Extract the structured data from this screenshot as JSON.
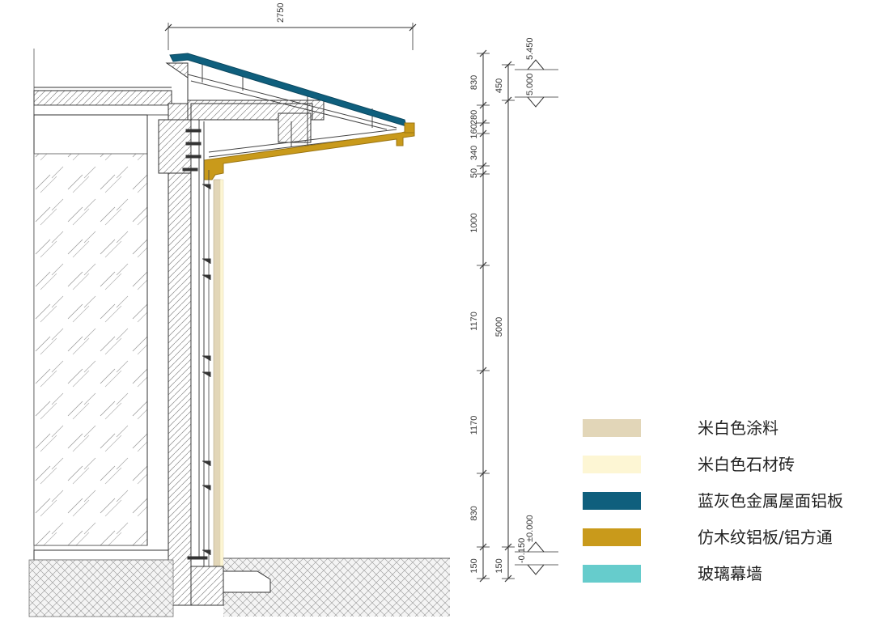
{
  "drawing": {
    "top_dimension": "2750",
    "left_dims": [
      "830",
      "280",
      "160",
      "340",
      "50",
      "1000",
      "1170",
      "1170",
      "830",
      "150"
    ],
    "mid_dims": [
      "450",
      "5000",
      "150"
    ],
    "elevations": [
      "5.450",
      "5.000",
      "±0.000",
      "-0.150"
    ]
  },
  "legend": [
    {
      "label": "米白色涂料",
      "color": "#e2d6b8"
    },
    {
      "label": "米白色石材砖",
      "color": "#fdf6d4"
    },
    {
      "label": "蓝灰色金属屋面铝板",
      "color": "#0f5f7d"
    },
    {
      "label": "仿木纹铝板/铝方通",
      "color": "#c99a1b"
    },
    {
      "label": "玻璃幕墙",
      "color": "#66cccc"
    }
  ]
}
